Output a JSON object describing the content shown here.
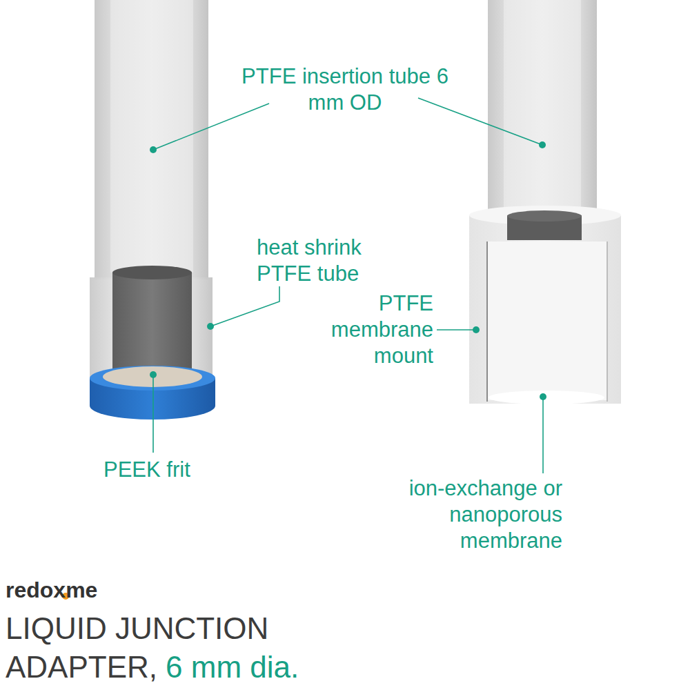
{
  "diagram": {
    "title": "LIQUID JUNCTION ADAPTER,",
    "labels": [
      "PTFE insertion tube 6 mm OD",
      "heat shrink PTFE tube",
      "PTFE membrane mount",
      "PEEK frit",
      "ion-exchange or nanoporous membrane",
      "redoxme",
      "6 mm dia."
    ]
  }
}
